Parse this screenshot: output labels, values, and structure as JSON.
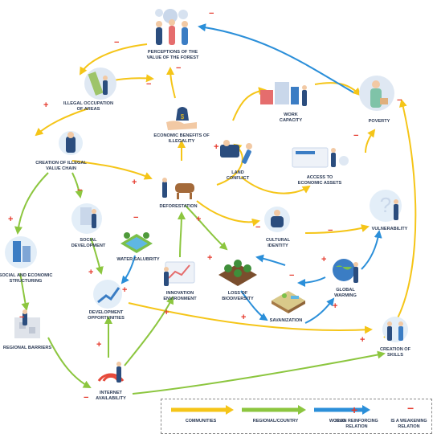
{
  "colors": {
    "communities": "#f5c518",
    "regional": "#8cc63f",
    "world": "#2b8fd9",
    "reinforcing": "#e63b2e",
    "weakening": "#e63b2e",
    "label": "#2b3a55"
  },
  "nodes": {
    "perceptions": "PERCEPTIONS OF THE\nVALUE OF THE FOREST",
    "illegal_occupation": "ILLEGAL OCCUPATION\nOF AREAS",
    "economic_benefits": "ECONOMIC BENEFITS OF\nILLEGALITY",
    "work_capacity": "WORK\nCAPACITY",
    "poverty": "POVERTY",
    "land_conflict": "LAND\nCONFLICT",
    "access_assets": "ACCESS TO\nECONOMIC ASSETS",
    "illegal_value_chain": "CREATION OF ILLEGAL\nVALUE CHAIN",
    "deforestation": "DEFORESTATION",
    "social_development": "SOCIAL\nDEVELOPMENT",
    "cultural_identity": "CULTURAL\nIDENTITY",
    "vulnerability": "VULNERABILITY",
    "social_structuring": "SOCIAL AND ECONOMIC\nSTRUCTURING",
    "water_salubrity": "WATER SALUBRITY",
    "innovation": "INNOVATION\nENVIRONMENT",
    "biodiversity": "LOSS OF\nBIODIVERSITY",
    "global_warming": "GLOBAL\nWARMING",
    "dev_opportunities": "DEVELOPMENT\nOPPORTUNITIES",
    "savanization": "SAVANIZATION",
    "regional_barriers": "REGIONAL BARRIERS",
    "creation_skills": "CREATION OF\nSKILLS",
    "internet": "INTERNET\nAVAILABILITY"
  },
  "legend": {
    "communities": "COMMUNITIES",
    "regional": "REGIONAL/COUNTRY",
    "world": "WORLD",
    "reinforcing": "IS AN REINFORCING\nRELATION",
    "weakening": "IS A WEAKENING\nRELATION",
    "plus": "+",
    "minus": "−"
  }
}
